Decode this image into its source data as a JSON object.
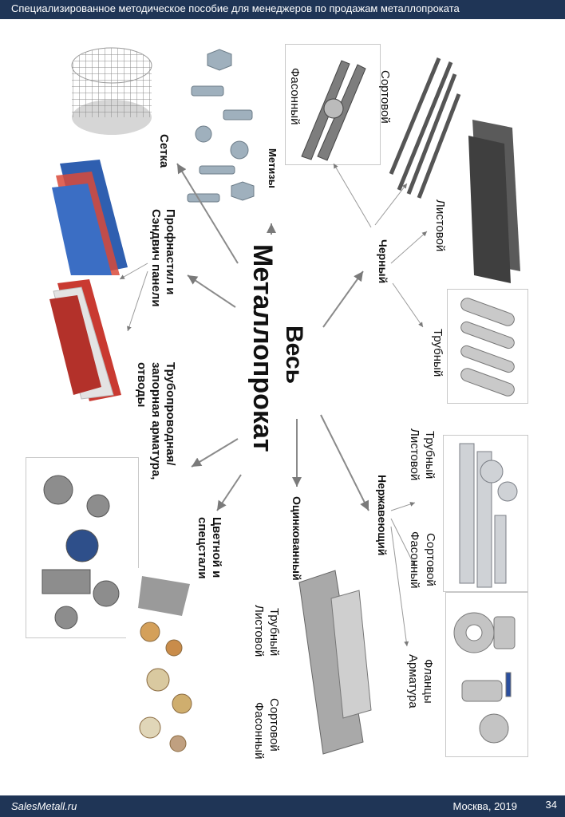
{
  "header": {
    "title": "Специализированное методическое  пособие для менеджеров по продажам металлопроката"
  },
  "footer": {
    "site": "SalesMetall.ru",
    "city_year": "Москва, 2019",
    "page": "34"
  },
  "center": {
    "title_top": "Весь",
    "title_main": "Металлопрокат"
  },
  "categories": {
    "setka": "Сетка",
    "metizy": "Метизы",
    "profnastil": "Профнастил и Сэндвич панели",
    "truboprovod": "Трубопроводная/ запорная арматура, отводы",
    "cvetnoy": "Цветной и спецстали",
    "ocinkovanny": "Оцинкованный",
    "nerzhaveyushchiy": "Нержавеющий",
    "cherny": "Черный"
  },
  "subtypes": {
    "cherny_fasonny": "Фасонный",
    "cherny_sortovoy": "Сортовой",
    "cherny_listovoy": "Листовой",
    "cherny_trubny": "Трубный",
    "nerzh_trubny": "Трубный",
    "nerzh_listovoy": "Листовой",
    "nerzh_sortovoy": "Сортовой",
    "nerzh_fasonny": "Фасонный",
    "nerzh_flancy": "Фланцы",
    "nerzh_armatura": "Арматура",
    "ocink_trubny": "Трубный",
    "ocink_listovoy": "Листовой",
    "ocink_sortovoy": "Сортовой",
    "ocink_fasonny": "Фасонный"
  }
}
